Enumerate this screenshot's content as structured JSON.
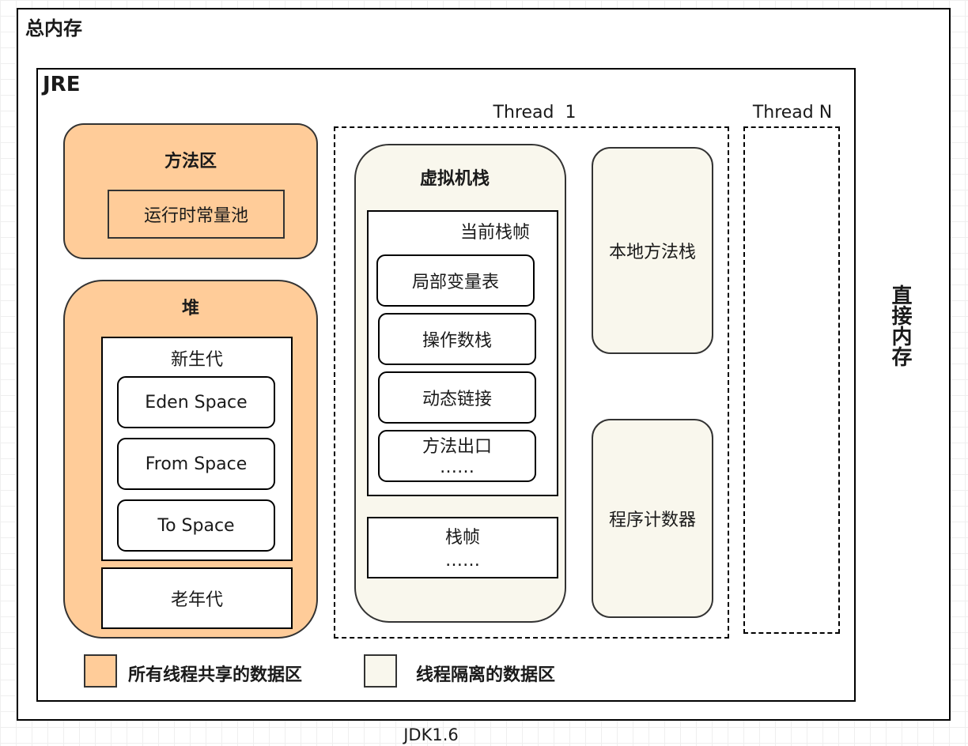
{
  "total_memory": {
    "title": "总内存",
    "direct_memory_label": "直接内存",
    "footer_label": "JDK1.6"
  },
  "jre": {
    "title": "JRE",
    "method_area": {
      "title": "方法区",
      "runtime_constant_pool": "运行时常量池"
    },
    "heap": {
      "title": "堆",
      "young_gen": {
        "title": "新生代",
        "spaces": [
          "Eden Space",
          "From Space",
          "To Space"
        ]
      },
      "old_gen": "老年代"
    },
    "thread_1": {
      "label": "Thread  1",
      "vm_stack": {
        "title": "虚拟机栈",
        "current_frame": {
          "title": "当前栈帧",
          "items": [
            "局部变量表",
            "操作数栈",
            "动态链接"
          ],
          "method_exit": "方法出口",
          "method_exit_more": "……"
        },
        "stack_frame": {
          "title": "栈帧",
          "more": "……"
        }
      },
      "native_method_stack": "本地方法栈",
      "program_counter": "程序计数器"
    },
    "thread_n": {
      "label": "Thread N"
    },
    "legend": {
      "shared": {
        "label": "所有线程共享的数据区",
        "color": "#ffcc99"
      },
      "isolated": {
        "label": "线程隔离的数据区",
        "color": "#f9f7ed"
      }
    }
  }
}
